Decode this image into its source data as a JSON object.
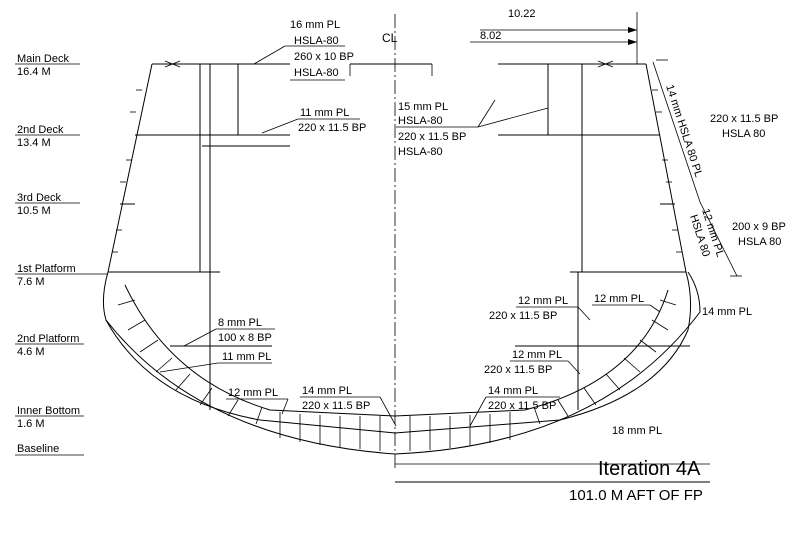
{
  "levels": [
    {
      "name": "Main Deck",
      "height": "16.4 M"
    },
    {
      "name": "2nd Deck",
      "height": "13.4 M"
    },
    {
      "name": "3rd Deck",
      "height": "10.5 M"
    },
    {
      "name": "1st Platform",
      "height": "7.6 M"
    },
    {
      "name": "2nd Platform",
      "height": "4.6 M"
    },
    {
      "name": "Inner Bottom",
      "height": "1.6 M"
    },
    {
      "name": "Baseline",
      "height": ""
    }
  ],
  "centerline_label": "CL",
  "dimensions": {
    "outer": "10.22",
    "inner": "8.02"
  },
  "annotations": {
    "main_deck_pl": "16 mm PL",
    "main_deck_pl_mat": "HSLA-80",
    "main_deck_bp": "260 x 10 BP",
    "main_deck_bp_mat": "HSLA-80",
    "second_deck_pl": "11 mm PL",
    "second_deck_bp": "220 x 11.5 BP",
    "bulkhead_pl": "15 mm PL",
    "bulkhead_pl_mat": "HSLA-80",
    "bulkhead_bp": "220 x 11.5 BP",
    "bulkhead_bp_mat": "HSLA-80",
    "side_upper_pl": "14 mm HSLA 80 PL",
    "side_upper_bp": "220 x 11.5 BP",
    "side_upper_bp_mat": "HSLA 80",
    "side_lower_pl": "12 mm PL",
    "side_lower_pl_mat": "HSLA 80",
    "side_lower_bp": "200 x 9 BP",
    "side_lower_bp_mat": "HSLA 80",
    "shell_14_pl": "14 mm PL",
    "bilge_12_pl": "12 mm PL",
    "inner_12_pl": "12 mm PL",
    "inner_12_bp": "220 x 11.5 BP",
    "mid_12_pl": "12 mm PL",
    "mid_12_bp": "220 x 11.5 BP",
    "platform_8_pl": "8 mm PL",
    "platform_8_bp": "100 x 8 BP",
    "platform_11_pl": "11 mm PL",
    "bottom_left_12_pl": "12 mm PL",
    "bottom_center_pl": "14 mm PL",
    "bottom_center_bp": "220 x 11.5 BP",
    "bottom_right_pl": "14 mm PL",
    "bottom_right_bp": "220 x 11.5 BP",
    "keel_pl": "18 mm PL"
  },
  "title": {
    "iteration": "Iteration 4A",
    "location": "101.0 M AFT OF FP"
  }
}
